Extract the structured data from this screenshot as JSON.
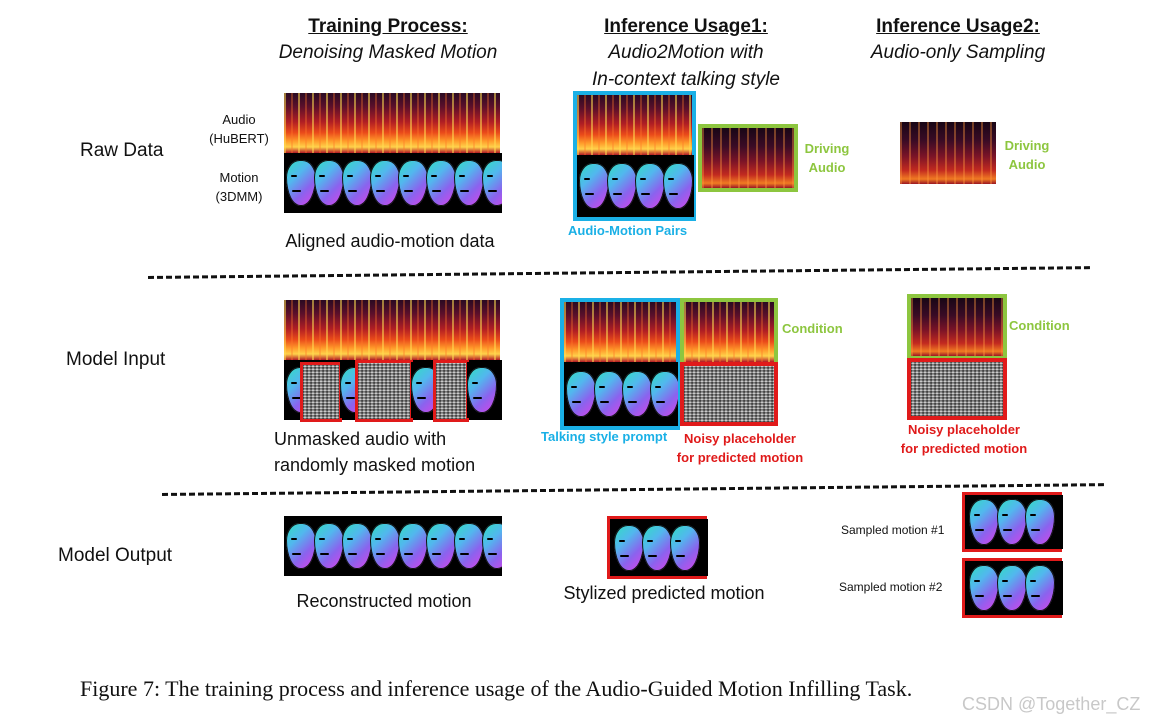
{
  "columns": [
    {
      "title": "Training Process:",
      "subtitle": [
        "Denoising Masked Motion"
      ]
    },
    {
      "title": "Inference Usage1:",
      "subtitle": [
        "Audio2Motion with",
        "In-context talking style"
      ]
    },
    {
      "title": "Inference Usage2:",
      "subtitle": [
        "Audio-only Sampling"
      ]
    }
  ],
  "rows": {
    "raw_data": "Raw Data",
    "model_input": "Model Input",
    "model_output": "Model Output"
  },
  "labels": {
    "audio": "Audio",
    "hubert": "(HuBERT)",
    "motion": "Motion",
    "3dmm": "(3DMM)",
    "aligned": "Aligned audio-motion data",
    "audio_motion_pairs": "Audio-Motion Pairs",
    "driving": "Driving",
    "audio_word": "Audio",
    "condition": "Condition",
    "unmasked_1": "Unmasked audio with",
    "unmasked_2": "randomly masked motion",
    "talking_style_prompt": "Talking style prompt",
    "noisy_1": "Noisy placeholder",
    "noisy_2": "for predicted motion",
    "reconstructed": "Reconstructed motion",
    "stylized": "Stylized predicted motion",
    "sampled_1": "Sampled motion #1",
    "sampled_2": "Sampled motion #2"
  },
  "figure_caption": "Figure 7: The training process and inference usage of the Audio-Guided Motion Infilling Task.",
  "watermark": "CSDN @Together_CZ",
  "colors": {
    "blue": "#1ab0e6",
    "green": "#8dc63f",
    "red": "#e01a1a"
  }
}
